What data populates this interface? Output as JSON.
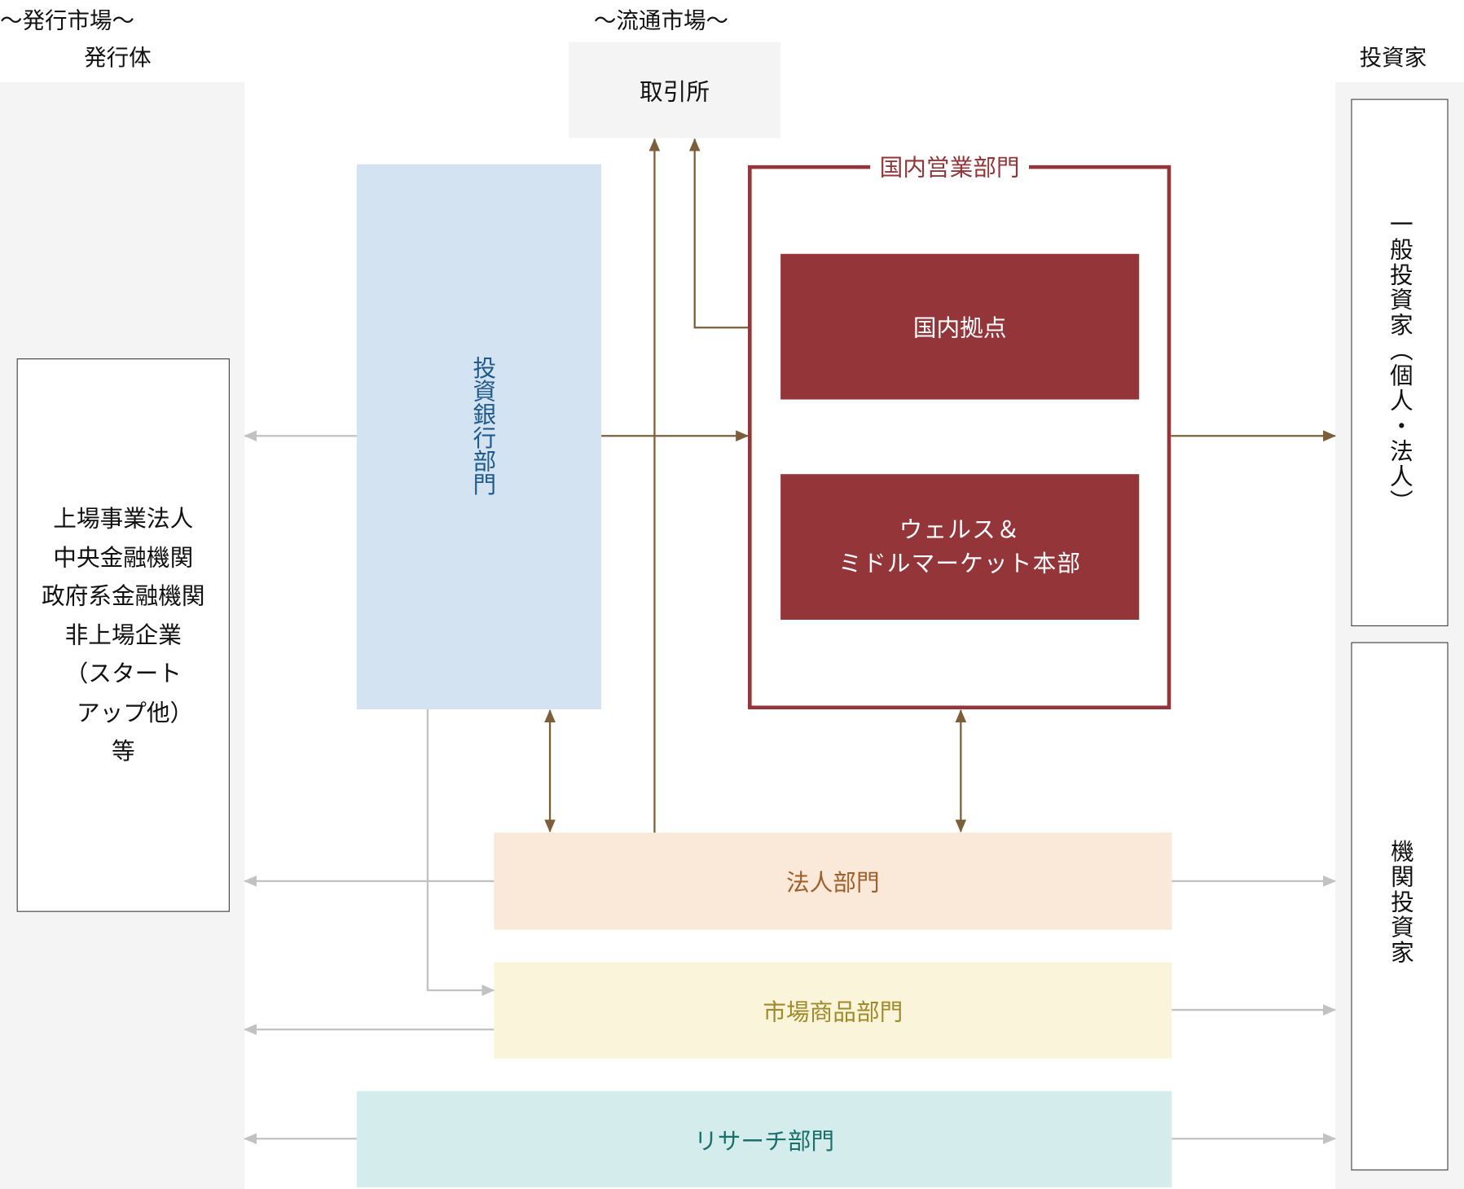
{
  "headers": {
    "primary_market": "〜発行市場〜",
    "issuer": "発行体",
    "secondary_market": "〜流通市場〜",
    "investor": "投資家"
  },
  "issuer_box": {
    "lines": [
      "上場事業法人",
      "中央金融機関",
      "政府系金融機関",
      "非上場企業",
      "（スタート",
      "　アップ他）",
      "等"
    ]
  },
  "exchange": {
    "label": "取引所"
  },
  "investment_banking": {
    "label": "投資銀行部門",
    "text_color": "#1f5a8c",
    "bg_color": "#d4e3f1"
  },
  "domestic_sales": {
    "label": "国内営業部門",
    "color": "#933539",
    "units": [
      {
        "label": "国内拠点"
      },
      {
        "label_line1": "ウェルス＆",
        "label_line2": "ミドルマーケット本部"
      }
    ]
  },
  "corporate": {
    "label": "法人部門",
    "text_color": "#a0602a",
    "bg_color": "#fae8d9"
  },
  "markets": {
    "label": "市場商品部門",
    "text_color": "#a08a2a",
    "bg_color": "#faf4da"
  },
  "research": {
    "label": "リサーチ部門",
    "text_color": "#1a706a",
    "bg_color": "#d4ecec"
  },
  "investors": {
    "retail": "一般投資家（個人・法人）",
    "institutional": "機関投資家"
  },
  "colors": {
    "flow_brown": "#7c5f3a",
    "flow_gray": "#c2c2c2",
    "panel_gray": "#f4f4f4"
  }
}
